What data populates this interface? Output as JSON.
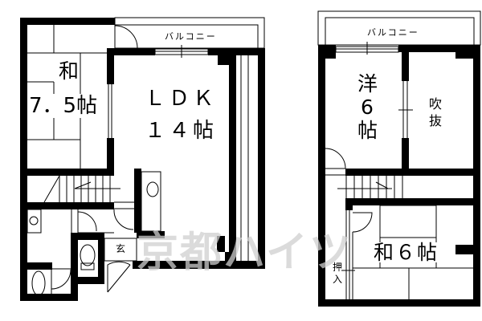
{
  "floor_plan": {
    "left_floor": {
      "balcony_label": "バルコニー",
      "rooms": [
        {
          "id": "washitsu",
          "label_line1": "和",
          "label_line2": "7．5帖"
        },
        {
          "id": "ldk",
          "label_line1": "ＬＤＫ",
          "label_line2": "１４帖"
        }
      ],
      "entrance_label": "玄"
    },
    "right_floor": {
      "balcony_label": "バルコニー",
      "rooms": [
        {
          "id": "youshitsu",
          "label_line1": "洋",
          "label_line2": "6",
          "label_line3": "帖"
        },
        {
          "id": "fukinuke",
          "label_line1": "吹",
          "label_line2": "抜"
        },
        {
          "id": "washitsu2",
          "label": "和６帖"
        }
      ],
      "closet_label_line1": "押",
      "closet_label_line2": "入"
    },
    "watermark": "京都ハイツ"
  }
}
